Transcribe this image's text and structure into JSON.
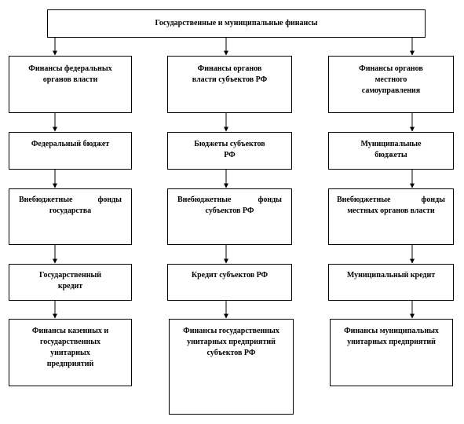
{
  "diagram": {
    "root": {
      "text": "Государственные и муниципальные финансы"
    },
    "columns": [
      {
        "id": "federal",
        "boxes": [
          {
            "text": "Финансы федеральных органов власти"
          },
          {
            "text": "Федеральный бюджет"
          },
          {
            "text": "Внебюджетные фонды государства"
          },
          {
            "text": "Государственный кредит"
          },
          {
            "text": "Финансы казенных и государственных унитарных предприятий"
          }
        ]
      },
      {
        "id": "regional",
        "boxes": [
          {
            "text": "Финансы органов власти субъектов РФ"
          },
          {
            "text": "Бюджеты субъектов РФ"
          },
          {
            "text": "Внебюджетные фонды субъектов РФ"
          },
          {
            "text": "Кредит субъектов РФ"
          },
          {
            "text": "Финансы государственных унитарных предприятий субъектов РФ"
          }
        ]
      },
      {
        "id": "municipal",
        "boxes": [
          {
            "text": "Финансы органов местного самоуправления"
          },
          {
            "text": "Муниципальные бюджеты"
          },
          {
            "text": "Внебюджетные фонды местных органов власти"
          },
          {
            "text": "Муниципальный кредит"
          },
          {
            "text": "Финансы муниципальных унитарных предприятий"
          }
        ]
      }
    ]
  }
}
